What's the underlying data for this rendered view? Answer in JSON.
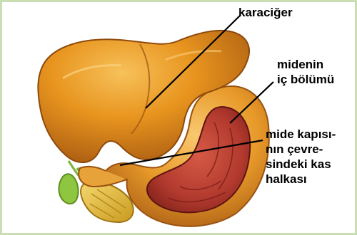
{
  "labels": {
    "liver": "karaciğer",
    "stomach_inner": "midenin\niç bölümü",
    "pyloric_muscle": "mide kapısı-\nnın çevre-\nsindeki kas\nhalkası"
  },
  "colors": {
    "border": "#c9dfb1",
    "liver": "#e08a1e",
    "liver_dark": "#a85a10",
    "stomach_outer": "#e89a2a",
    "stomach_inner": "#b23a2e",
    "pancreas": "#e8c23a",
    "gallbladder": "#8ec63f",
    "leader_line": "#000000"
  }
}
